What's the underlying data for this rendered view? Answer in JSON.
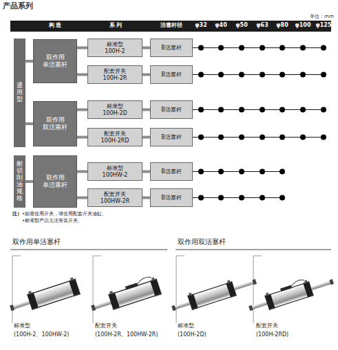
{
  "diagram": {
    "title": "产品系列",
    "nodes": [
      {
        "text": [
          "通用型"
        ]
      },
      {
        "text": [
          "双作用 单活塞杆"
        ]
      },
      {
        "text": [
          "标准型",
          "100H-2"
        ]
      },
      {
        "text": [
          "B活塞杆"
        ]
      },
      {
        "text": [
          "配套开关",
          "100H-2R"
        ]
      },
      {
        "text": [
          "B活塞杆"
        ]
      },
      {
        "text": [
          "双作用 双活塞杆"
        ]
      },
      {
        "text": [
          "标准型",
          "100H-2D"
        ]
      },
      {
        "text": [
          "B活塞杆"
        ]
      },
      {
        "text": [
          "配套开关",
          "100H-2RD"
        ]
      },
      {
        "text": [
          "B活塞杆"
        ]
      },
      {
        "text": [
          "耐切削油规格"
        ]
      },
      {
        "text": [
          "双作用 单活塞杆"
        ]
      },
      {
        "text": [
          "标准型",
          "100HW-2"
        ]
      },
      {
        "text": [
          "B活塞杆"
        ]
      },
      {
        "text": [
          "配套开关",
          "100HW-2R"
        ]
      },
      {
        "text": [
          "B活塞杆"
        ]
      }
    ],
    "edges": [
      {
        "from": 0,
        "to": 1,
        "arrow": "none"
      },
      {
        "from": 1,
        "to": 2,
        "arrow": "none"
      },
      {
        "from": 2,
        "to": 3,
        "arrow": "none"
      },
      {
        "from": 1,
        "to": 4,
        "arrow": "none"
      },
      {
        "from": 4,
        "to": 5,
        "arrow": "none"
      },
      {
        "from": 0,
        "to": 6,
        "arrow": "none"
      },
      {
        "from": 6,
        "to": 7,
        "arrow": "none"
      },
      {
        "from": 7,
        "to": 8,
        "arrow": "none"
      },
      {
        "from": 6,
        "to": 9,
        "arrow": "none"
      },
      {
        "from": 9,
        "to": 10,
        "arrow": "none"
      },
      {
        "from": 11,
        "to": 12,
        "arrow": "none"
      },
      {
        "from": 12,
        "to": 13,
        "arrow": "none"
      },
      {
        "from": 13,
        "to": 14,
        "arrow": "none"
      },
      {
        "from": 12,
        "to": 15,
        "arrow": "none"
      },
      {
        "from": 15,
        "to": 16,
        "arrow": "none"
      }
    ],
    "labels": [
      "单位：mm",
      "构 造",
      "系 列",
      "活塞杆径",
      "φ32",
      "φ40",
      "φ50",
      "φ63",
      "φ80",
      "φ100",
      "φ125",
      "注）",
      "•如需使用开关，请使用配套开关油缸。",
      "•标准型产品无法安装开关。",
      "双作用单活塞杆",
      "双作用双活塞杆",
      "标准型",
      "(100H-2、100HW-2)",
      "配套开关",
      "(100H-2R、100HW-2R)",
      "标准型",
      "(100H-2D)",
      "配套开关",
      "(100H-2RD)"
    ]
  }
}
